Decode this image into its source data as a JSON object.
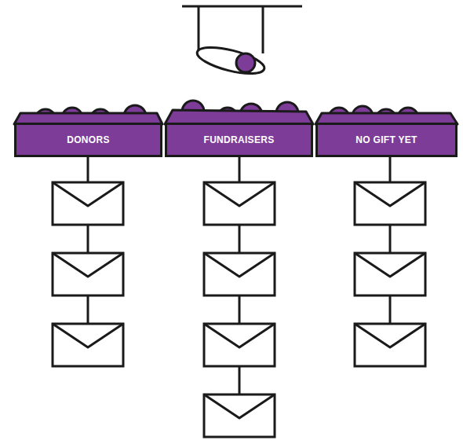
{
  "diagram": {
    "nodes": [
      {
        "text": [
          "DONORS"
        ]
      },
      {
        "text": [
          "FUNDRAISERS"
        ]
      },
      {
        "text": [
          "NO GIFT YET"
        ]
      }
    ]
  }
}
